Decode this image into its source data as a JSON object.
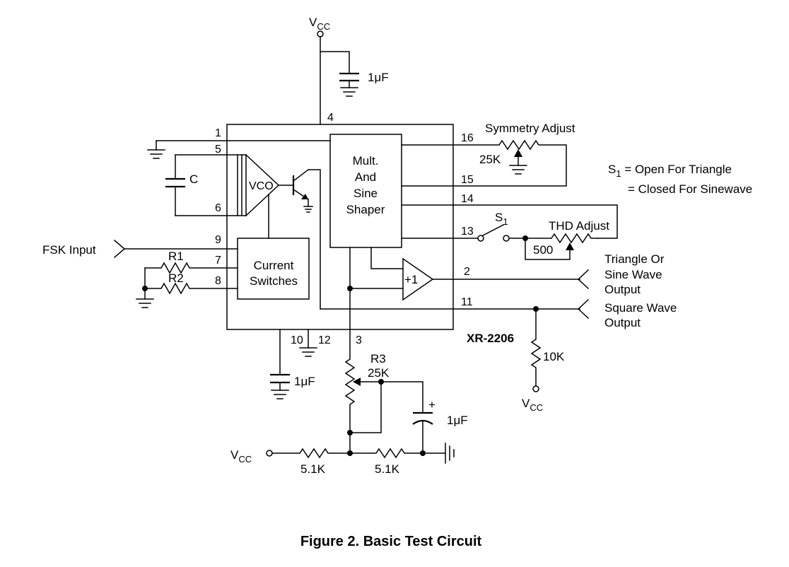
{
  "figure": {
    "caption": "Figure 2.  Basic Test Circuit",
    "chip_name": "XR-2206",
    "vcc": "V",
    "vcc_sub": "CC",
    "blocks": {
      "vco": "VCO",
      "mult_lines": [
        "Mult.",
        "And",
        "Sine",
        "Shaper"
      ],
      "switch_lines": [
        "Current",
        "Switches"
      ],
      "buffer": "+1"
    },
    "pins": [
      "1",
      "2",
      "3",
      "4",
      "5",
      "6",
      "7",
      "8",
      "9",
      "10",
      "11",
      "12",
      "13",
      "14",
      "15",
      "16"
    ],
    "labels": {
      "fsk_input": "FSK Input",
      "cap_c": "C",
      "r1": "R1",
      "r2": "R2",
      "r3": "R3",
      "cap_top": "1μF",
      "cap_bottom": "1μF",
      "cap_right": "1μF",
      "cap_plus": "+",
      "sym_adjust": "Symmetry Adjust",
      "sym_pot": "25K",
      "thd_adjust": "THD Adjust",
      "thd_pot": "500",
      "r3_value": "25K",
      "r_left": "5.1K",
      "r_right": "5.1K",
      "r_pullup": "10K",
      "s1": "S",
      "s1_sub": "1",
      "out_tri_lines": [
        "Triangle Or",
        "Sine Wave",
        "Output"
      ],
      "out_sq_lines": [
        "Square Wave",
        "Output"
      ]
    },
    "notes": {
      "s_prefix": "S",
      "s_sub": "1",
      "line1_rest": " = Open For Triangle",
      "line2": "= Closed For Sinewave"
    }
  }
}
